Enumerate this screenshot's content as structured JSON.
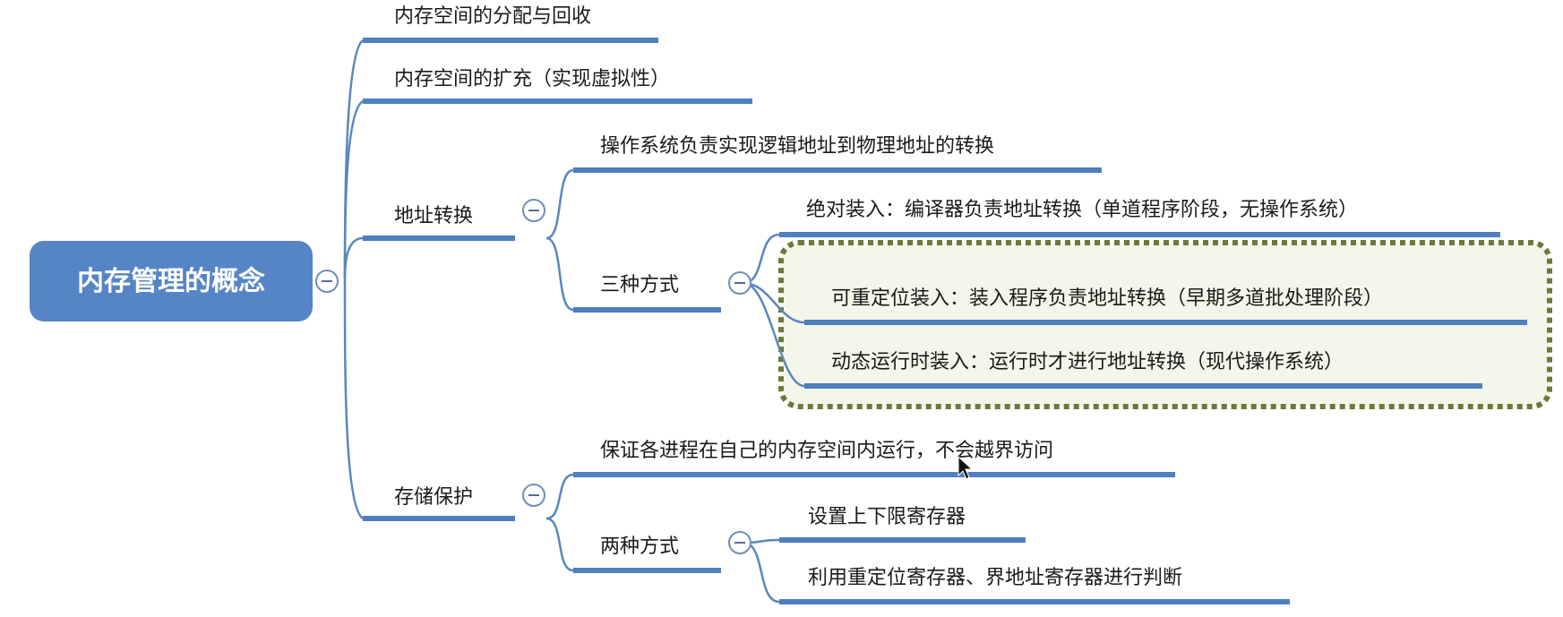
{
  "root": {
    "label": "内存管理的概念"
  },
  "branches": {
    "alloc": {
      "label": "内存空间的分配与回收"
    },
    "expand": {
      "label": "内存空间的扩充（实现虚拟性）"
    },
    "addr": {
      "label": "地址转换",
      "desc": "操作系统负责实现逻辑地址到物理地址的转换",
      "methods": {
        "label": "三种方式",
        "absolute": "绝对装入：编译器负责地址转换（单道程序阶段，无操作系统）",
        "relocatable": "可重定位装入：装入程序负责地址转换（早期多道批处理阶段）",
        "dynamic": "动态运行时装入：运行时才进行地址转换（现代操作系统）"
      }
    },
    "protect": {
      "label": "存储保护",
      "desc": "保证各进程在自己的内存空间内运行，不会越界访问",
      "methods": {
        "label": "两种方式",
        "bounds": "设置上下限寄存器",
        "relocation": "利用重定位寄存器、界地址寄存器进行判断"
      }
    }
  },
  "colors": {
    "root_fill": "#5585c6",
    "line": "#4f7fbf",
    "highlight_border": "#6b7a3a",
    "highlight_fill": "#f3f6e8"
  },
  "icons": {
    "collapse": "minus-circle-icon",
    "cursor": "mouse-pointer-icon"
  }
}
